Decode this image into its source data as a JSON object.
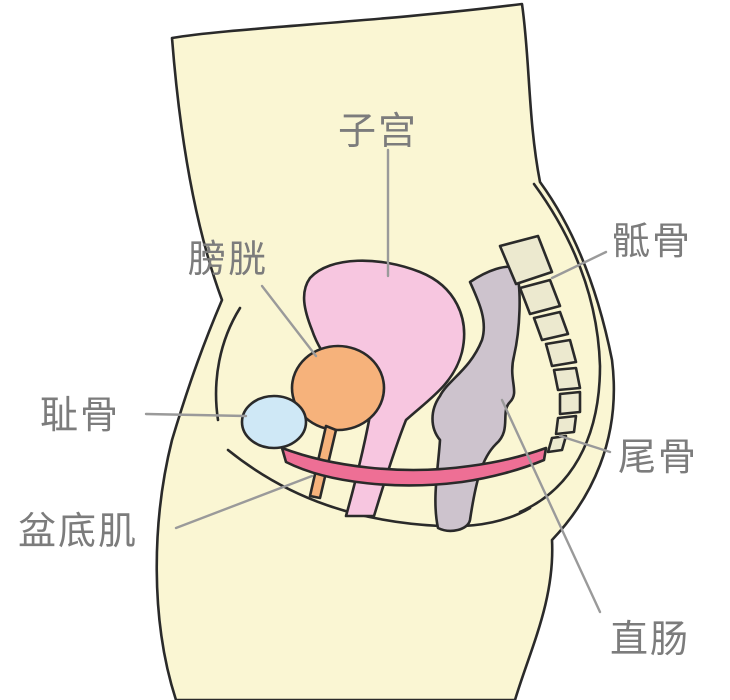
{
  "labels": {
    "uterus": "子宫",
    "bladder": "膀胱",
    "sacrum": "骶骨",
    "pubic_bone": "耻骨",
    "coccyx": "尾骨",
    "pelvic_floor": "盆底肌",
    "rectum": "直肠"
  },
  "colors": {
    "body_skin": "#faf6d3",
    "uterus": "#f7c6e0",
    "bladder": "#f6b27b",
    "pubic_bone": "#cfe8f6",
    "pelvic_floor_muscle": "#ee6f95",
    "rectum": "#cdc3cd",
    "bone": "#ece9cf",
    "label_text": "#7c7c7c",
    "leader_line": "#9a9a9a"
  }
}
